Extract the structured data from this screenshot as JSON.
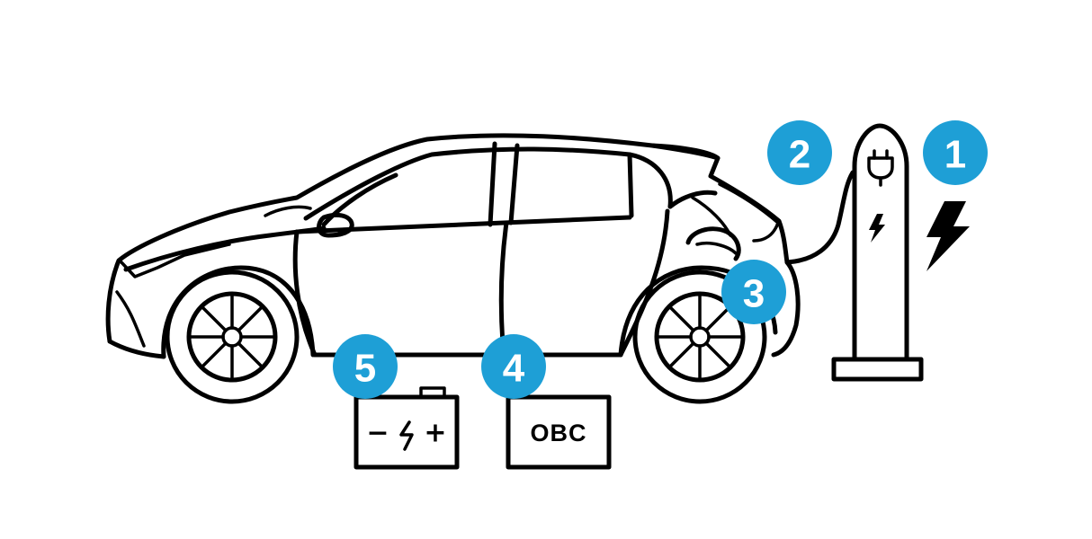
{
  "accent_color": "#1e9fd6",
  "badges": [
    {
      "number": "1",
      "icon": "lightning-bolt-icon"
    },
    {
      "number": "2",
      "icon": "charging-station-icon"
    },
    {
      "number": "3",
      "icon": "charge-port-icon"
    },
    {
      "number": "4",
      "icon": "onboard-charger-icon"
    },
    {
      "number": "5",
      "icon": "battery-icon"
    }
  ],
  "onboard_charger": {
    "label": "OBC"
  },
  "battery": {
    "minus": "−",
    "plus": "+"
  }
}
